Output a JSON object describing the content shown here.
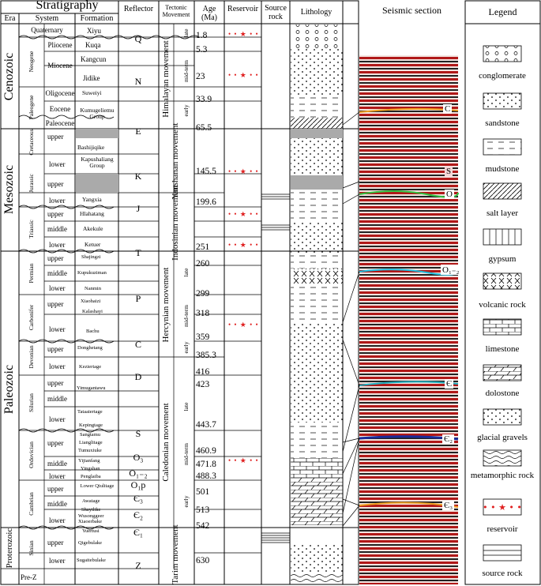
{
  "headers": {
    "stratigraphy": "Stratigraphy",
    "era": "Era",
    "system": "System",
    "formation": "Formation",
    "reflector": "Reflector",
    "tectonic": "Tectonic Movement",
    "age": "Age (Ma)",
    "reservoir": "Reservoir",
    "source": "Source rock",
    "lithology": "Lithology",
    "seismic": "Seismic section",
    "legend": "Legend"
  },
  "eras": [
    "Cenozoic",
    "Mesozoic",
    "Paleozoic",
    "Proterozoic"
  ],
  "systems": {
    "quaternary": "Quaternary",
    "neogene": "Neogene",
    "pliocene": "Pliocene",
    "miocene": "Miocene",
    "paleogene": "Paleogene",
    "oligocene": "Oligocene",
    "eocene": "Eocene",
    "paleocene": "Paleocene",
    "cretaceous": "Cretaceous",
    "jurassic": "Jurassic",
    "triassic": "Triassic",
    "permian": "Permian",
    "carbonifer": "Carbonifer",
    "devonian": "Devonian",
    "silurian": "Silurian",
    "ordovician": "Ordovician",
    "cambrian": "Cambrian",
    "sinian": "Sinian",
    "prez": "Pre-Z"
  },
  "subdiv": {
    "upper": "upper",
    "middle": "middle",
    "lower": "lower"
  },
  "formations": {
    "xiyu": "Xiyu",
    "kuqa": "Kuqa",
    "kangcun": "Kangcun",
    "jidike": "Jidike",
    "suweiyi": "Suweiyi",
    "kumugeliemu": "Kumugeliemu Group",
    "bashijiqike": "Bashijiqike",
    "kapushaliang": "Kapushaliang Group",
    "yangxia": "Yangxia",
    "hlahatang": "Hlahatang",
    "akekule": "Akekule",
    "ketuer": "Ketuer",
    "shajingzi": "Shajingzi",
    "kupukuziman": "Kupukuziman",
    "nanmin": "Nanmin",
    "xiaohaizi": "Xiaohaizi",
    "kalashayi": "Kalashayi",
    "bachu": "Bachu",
    "donghetang": "Donghetang",
    "keziertage": "Keziertage",
    "yimugantawu": "Yimugantawu",
    "tataaiertage": "Tataaiertage",
    "kepingtage": "Kepingtage",
    "sangtamu": "Sangtamu",
    "lianglitage": "Lianglitage",
    "tumuxiuke": "Tumuxiuke",
    "yijianfang": "Yijianfang",
    "yingshan": "Yingshan",
    "penglaiba": "Penglaiba",
    "lowerqiulitage": "Lower Qiulitage",
    "awatage": "Awatage",
    "shayilike": "Shayilike",
    "wusonggeer": "Wusonggeer",
    "xiaoerbake": "Xiaoerbake",
    "yuertusi": "Yuertusi",
    "qigebulake": "Qigebulake",
    "sugaitebulake": "Sugaitebulake"
  },
  "reflectors": [
    "Q",
    "N",
    "E",
    "K",
    "J",
    "T",
    "P",
    "C",
    "D",
    "S",
    "O₃",
    "O₁₋₂",
    "O₁p",
    "Є₃",
    "Є₂",
    "Є₁",
    "Z"
  ],
  "movements": {
    "himalayan": "Himalayan movement",
    "yanshanan": "Yanshanan movement",
    "indosinian": "Indosinian movement",
    "hercynian": "Hercynian movement",
    "caledonian": "Caledonian movement",
    "tarim": "Tarim movement",
    "late": "late",
    "midterm": "mid-term",
    "early": "early"
  },
  "ages": [
    "1.8",
    "5.3",
    "23",
    "33.9",
    "65.5",
    "145.5",
    "199.6",
    "251",
    "260",
    "299",
    "318",
    "359",
    "385.3",
    "416",
    "423",
    "443.7",
    "460.9",
    "471.8",
    "488.3",
    "501",
    "513",
    "542",
    "630"
  ],
  "seismic_labels": [
    "C",
    "S",
    "O",
    "O₁₋₂",
    "Є",
    "Є₂",
    "Є₃"
  ],
  "legend": [
    "conglomerate",
    "sandstone",
    "mudstone",
    "salt layer",
    "gypsum",
    "volcanic rock",
    "limestone",
    "dolostone",
    "glacial gravels",
    "metamorphic rock",
    "reservoir",
    "source rock"
  ],
  "colors": {
    "reservoir_red": "#e02020",
    "seismic_red": "#b01818"
  }
}
